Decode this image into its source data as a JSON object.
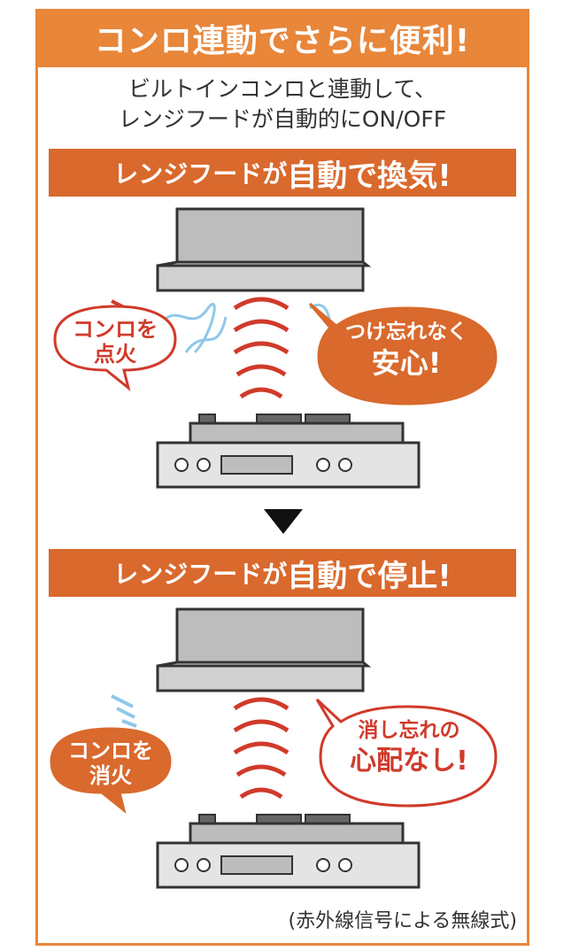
{
  "header": {
    "title": "コンロ連動でさらに便利!"
  },
  "intro": {
    "line1": "ビルトインコンロと連動して、",
    "line2": "レンジフードが自動的にON/OFF"
  },
  "section_on": {
    "banner_prefix": "レンジフードが",
    "banner_emphasis": "自動で換気!",
    "left_bubble_line1": "コンロを",
    "left_bubble_line2": "点火",
    "right_bubble_line1": "つけ忘れなく",
    "right_bubble_line2": "安心!"
  },
  "section_off": {
    "banner_prefix": "レンジフードが",
    "banner_emphasis": "自動で停止!",
    "left_bubble_line1": "コンロを",
    "left_bubble_line2": "消火",
    "right_bubble_line1": "消し忘れの",
    "right_bubble_line2": "心配なし!"
  },
  "footnote": "(赤外線信号による無線式)",
  "colors": {
    "orange": "#e8863a",
    "banner": "#d9692d",
    "red_wave": "#d03a2a",
    "blue_air": "#8fc8e8",
    "gray_hood": "#bdbdbd",
    "dark_outline": "#333333"
  }
}
